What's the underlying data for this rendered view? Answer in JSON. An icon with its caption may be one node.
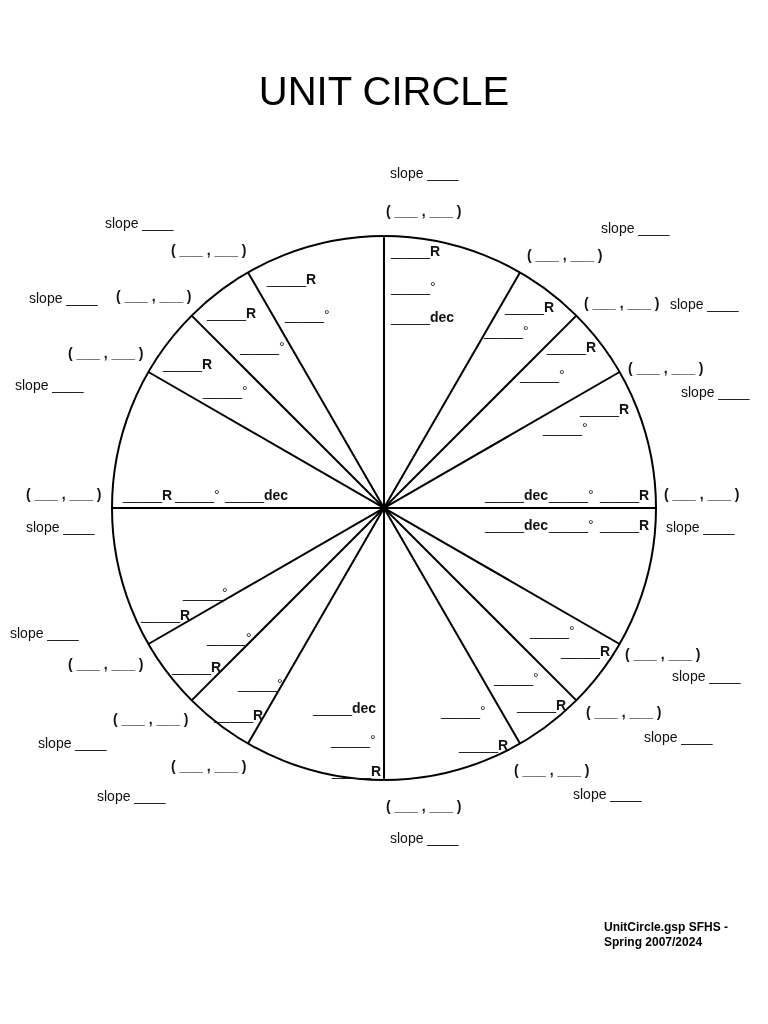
{
  "diagram": {
    "title": "UNIT CIRCLE",
    "caption": "UnitCircle.gsp SFHS - Spring 2007/2024",
    "labels": [
      "slope ____",
      "( ___ , ___ )",
      "slope ____",
      "slope ____",
      "( ___ , ___ )",
      "_____**R**",
      "( ___ , ___ )",
      "_____**R**",
      "_____°",
      "slope ____",
      "( ___ , ___ )",
      "_____**R**",
      "( ___ , ___ )",
      "slope ____",
      "_____**R**",
      "_____°",
      "_____**dec**",
      "_____°",
      "( ___ , ___ )",
      "_____°",
      "_____**R**",
      "_____**R**",
      "_____°",
      "( ___ , ___ )",
      "slope ____",
      "_____°",
      "slope ____",
      "_____**R**",
      "_____°",
      "( ___ , ___ )",
      "_____**R**",
      "_____°",
      "_____**dec**",
      "_____**dec**",
      "_____°",
      "_____**R**",
      "( ___ , ___ )",
      "slope ____",
      "_____**dec**",
      "_____°",
      "_____**R**",
      "slope ____",
      "_____°",
      "_____**R**",
      "slope ____",
      "_____°",
      "_____°",
      "( ___ , ___ )",
      "_____**R**",
      "_____**R**",
      "( ___ , ___ )",
      "_____°",
      "_____°",
      "slope ____",
      "( ___ , ___ )",
      "_____**R**",
      "_____**dec**",
      "_____°",
      "_____**R**",
      "( ___ , ___ )",
      "slope ____",
      "_____°",
      "_____**R**",
      "slope ____",
      "( ___ , ___ )",
      "_____**R**",
      "( ___ , ___ )",
      "slope ____",
      "( ___ , ___ )",
      "slope ____",
      "slope ____"
    ]
  }
}
